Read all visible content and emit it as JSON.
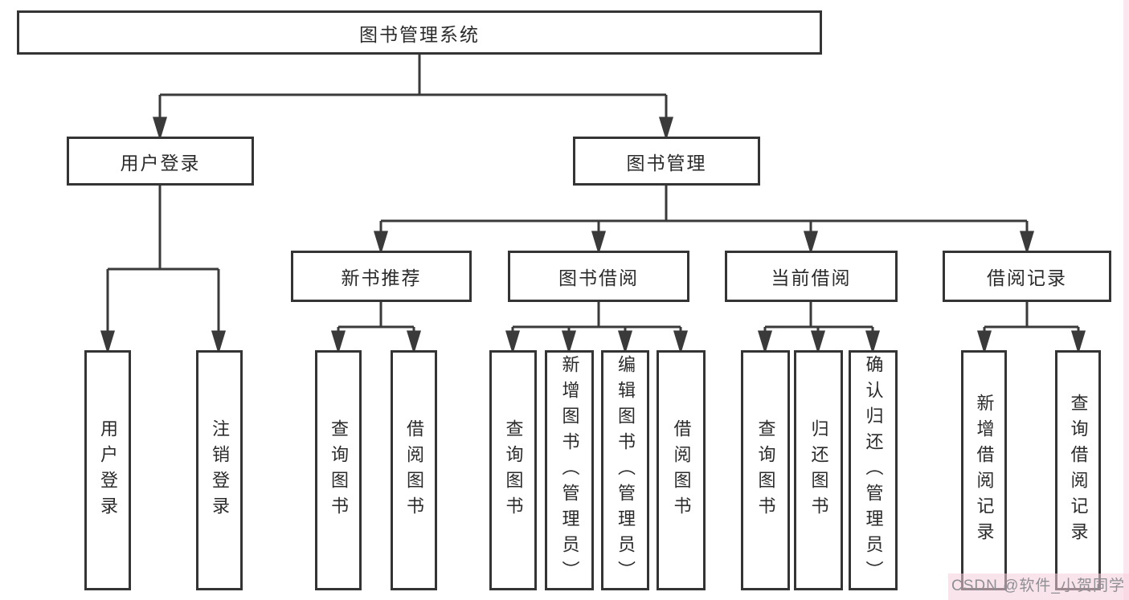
{
  "tree": {
    "root": "图书管理系统",
    "level2": [
      "用户登录",
      "图书管理"
    ],
    "level3": [
      "新书推荐",
      "图书借阅",
      "当前借阅",
      "借阅记录"
    ],
    "leaves": {
      "login": [
        "用户登录",
        "注销登录"
      ],
      "recommend": [
        "查询图书",
        "借阅图书"
      ],
      "borrow": [
        "查询图书",
        "新增图书（管理员）",
        "编辑图书（管理员）",
        "借阅图书"
      ],
      "current": [
        "查询图书",
        "归还图书",
        "确认归还（管理员）"
      ],
      "records": [
        "新增借阅记录",
        "查询借阅记录"
      ]
    }
  },
  "watermark": {
    "text": "CSDN @软件_小贺同学"
  },
  "colors": {
    "line": "#3a3a3a",
    "box_border": "#343434",
    "text": "#2b2b2b",
    "background": "#ffffff",
    "watermark_text": "#8f8f93",
    "watermark_tint": "#f5cedd"
  }
}
